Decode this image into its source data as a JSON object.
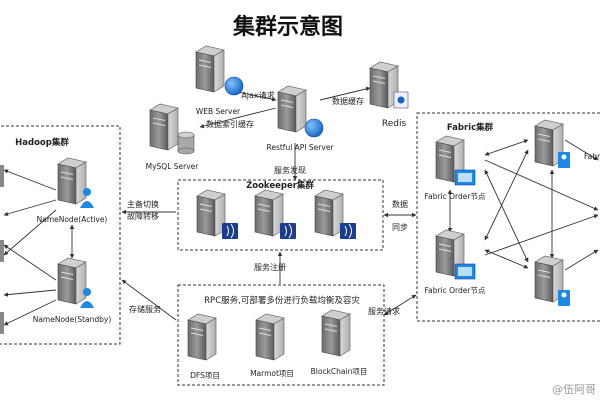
{
  "title": "集群示意图",
  "groups": {
    "hadoop": "Hadoop集群",
    "zookeeper": "Zookeeper集群",
    "fabric": "Fabric集群",
    "rpc": "RPC服务,可部署多份进行负载均衡及容灾"
  },
  "nodes": {
    "web_server": "WEB Server",
    "mysql_server": "MySQL Server",
    "restful_api": "Restful API Server",
    "redis": "Redis",
    "namenode_active": "NameNode(Active)",
    "namenode_standby": "NameNode(Standby)",
    "fabric_order_1": "Fabric Order节点",
    "fabric_order_2": "Fabric Order节点",
    "fabric_peer_partial": "Fabr",
    "dfs": "DFS项目",
    "marmot": "Marmot项目",
    "blockchain": "BlockChain项目"
  },
  "edges": {
    "ajax": "Ajax请求",
    "data_index_cache": "数据索引缓存",
    "data_cache": "数据缓存",
    "service_discovery": "服务发现",
    "failover_1": "主备切换",
    "failover_2": "故障转移",
    "data_sync_1": "数据",
    "data_sync_2": "同步",
    "service_register": "服务注册",
    "storage_service": "存储服务",
    "service_request": "服务请求"
  },
  "watermark": "@伍阿哥"
}
